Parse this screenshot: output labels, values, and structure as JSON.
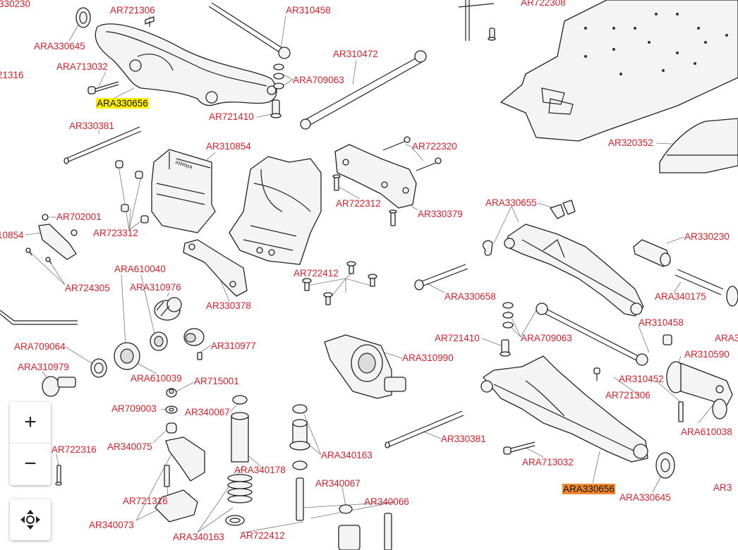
{
  "parts": [
    {
      "label": "330230"
    },
    {
      "label": "ARA330645"
    },
    {
      "label": "AR721306"
    },
    {
      "label": "AR310458"
    },
    {
      "label": "ARA713032"
    },
    {
      "label": "21316"
    },
    {
      "label": "ARA709063"
    },
    {
      "label": "AR310472"
    },
    {
      "label": "ARA330656"
    },
    {
      "label": "AR721410"
    },
    {
      "label": "AR722308"
    },
    {
      "label": "AR320352"
    },
    {
      "label": "AR330381"
    },
    {
      "label": "AR310854"
    },
    {
      "label": "AR722320"
    },
    {
      "label": "AR722312"
    },
    {
      "label": "AR330379"
    },
    {
      "label": "ARA330655"
    },
    {
      "label": "AR330230"
    },
    {
      "label": "AR702001"
    },
    {
      "label": "10854"
    },
    {
      "label": "AR723312"
    },
    {
      "label": "AR724305"
    },
    {
      "label": "ARA610040"
    },
    {
      "label": "ARA310976"
    },
    {
      "label": "AR330378"
    },
    {
      "label": "AR722412"
    },
    {
      "label": "ARA330658"
    },
    {
      "label": "ARA340175"
    },
    {
      "label": "AR310458"
    },
    {
      "label": "ARA709064"
    },
    {
      "label": "AR310977"
    },
    {
      "label": "AR721410"
    },
    {
      "label": "ARA709063"
    },
    {
      "label": "ARA310979"
    },
    {
      "label": "ARA610039"
    },
    {
      "label": "ARA310990"
    },
    {
      "label": "AR310590"
    },
    {
      "label": "ARA3"
    },
    {
      "label": "AR715001"
    },
    {
      "label": "AR310452"
    },
    {
      "label": "AR721306"
    },
    {
      "label": "AR709003"
    },
    {
      "label": "AR340067"
    },
    {
      "label": "ARA610038"
    },
    {
      "label": "AR340075"
    },
    {
      "label": "ARA340163"
    },
    {
      "label": "AR330381"
    },
    {
      "label": "AR722316"
    },
    {
      "label": "ARA340178"
    },
    {
      "label": "ARA713032"
    },
    {
      "label": "AR721316"
    },
    {
      "label": "AR340067"
    },
    {
      "label": "ARA330656"
    },
    {
      "label": "ARA330645"
    },
    {
      "label": "AR340066"
    },
    {
      "label": "AR340073"
    },
    {
      "label": "ARA340163"
    },
    {
      "label": "AR722412"
    },
    {
      "label": "AR3"
    }
  ],
  "highlight_colors": {
    "yellow": "#ffef00",
    "orange": "#f0872c"
  },
  "label_color": "#d4202a",
  "controls": {
    "zoom_in": "+",
    "zoom_out": "−",
    "zoom_in_icon": "plus-icon",
    "zoom_out_icon": "minus-icon",
    "pan_icon": "move-arrows-icon"
  }
}
